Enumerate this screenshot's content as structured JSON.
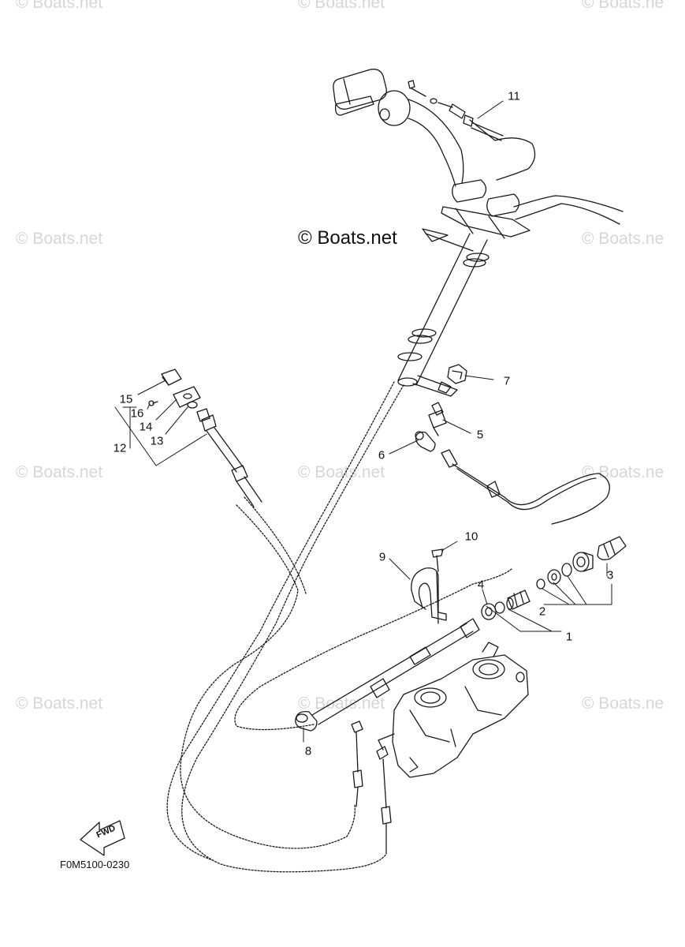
{
  "watermarks": {
    "tl": "© Boats.net",
    "tc": "© Boats.net",
    "tr": "© Boats.ne",
    "ml": "© Boats.net",
    "mr": "© Boats.ne",
    "l2": "© Boats.net",
    "c2": "© Boats.net",
    "r2": "© Boats.ne",
    "l3": "© Boats.net",
    "c3": "© Boats.net",
    "r3": "© Boats.ne"
  },
  "main_watermark": "© Boats.net",
  "callouts": {
    "c1": "1",
    "c2": "2",
    "c3": "3",
    "c4": "4",
    "c5": "5",
    "c6": "6",
    "c7": "7",
    "c8": "8",
    "c9": "9",
    "c10": "10",
    "c11": "11",
    "c12": "12",
    "c13": "13",
    "c14": "14",
    "c15": "15",
    "c16": "16"
  },
  "fwd_label": "FWD",
  "diagram_code": "F0M5100-0230"
}
